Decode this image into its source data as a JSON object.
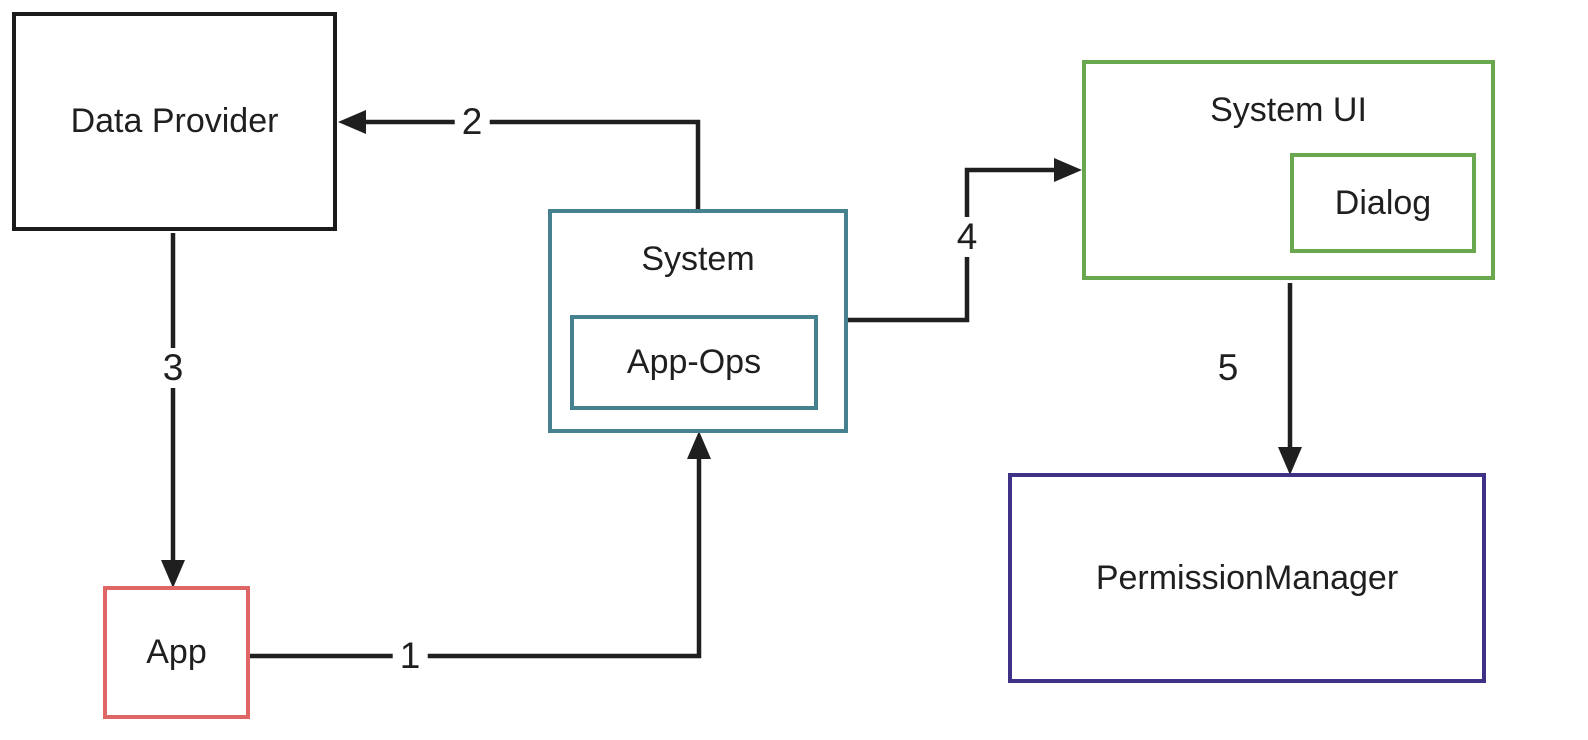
{
  "diagram": {
    "background": "#ffffff",
    "arrow_color": "#1f1f1f",
    "nodes": {
      "data_provider": {
        "label": "Data Provider",
        "border_color": "#1b1b1b"
      },
      "app": {
        "label": "App",
        "border_color": "#e06666"
      },
      "system": {
        "label": "System",
        "border_color": "#45818e"
      },
      "app_ops": {
        "label": "App-Ops",
        "border_color": "#45818e"
      },
      "system_ui": {
        "label": "System UI",
        "border_color": "#6aa84f"
      },
      "dialog": {
        "label": "Dialog",
        "border_color": "#6aa84f"
      },
      "permission_manager": {
        "label": "PermissionManager",
        "border_color": "#3e3287"
      }
    },
    "edges": [
      {
        "label": "1",
        "from": "app",
        "to": "system"
      },
      {
        "label": "2",
        "from": "system",
        "to": "data_provider"
      },
      {
        "label": "3",
        "from": "data_provider",
        "to": "app"
      },
      {
        "label": "4",
        "from": "system",
        "to": "system_ui"
      },
      {
        "label": "5",
        "from": "system_ui",
        "to": "permission_manager"
      }
    ]
  }
}
